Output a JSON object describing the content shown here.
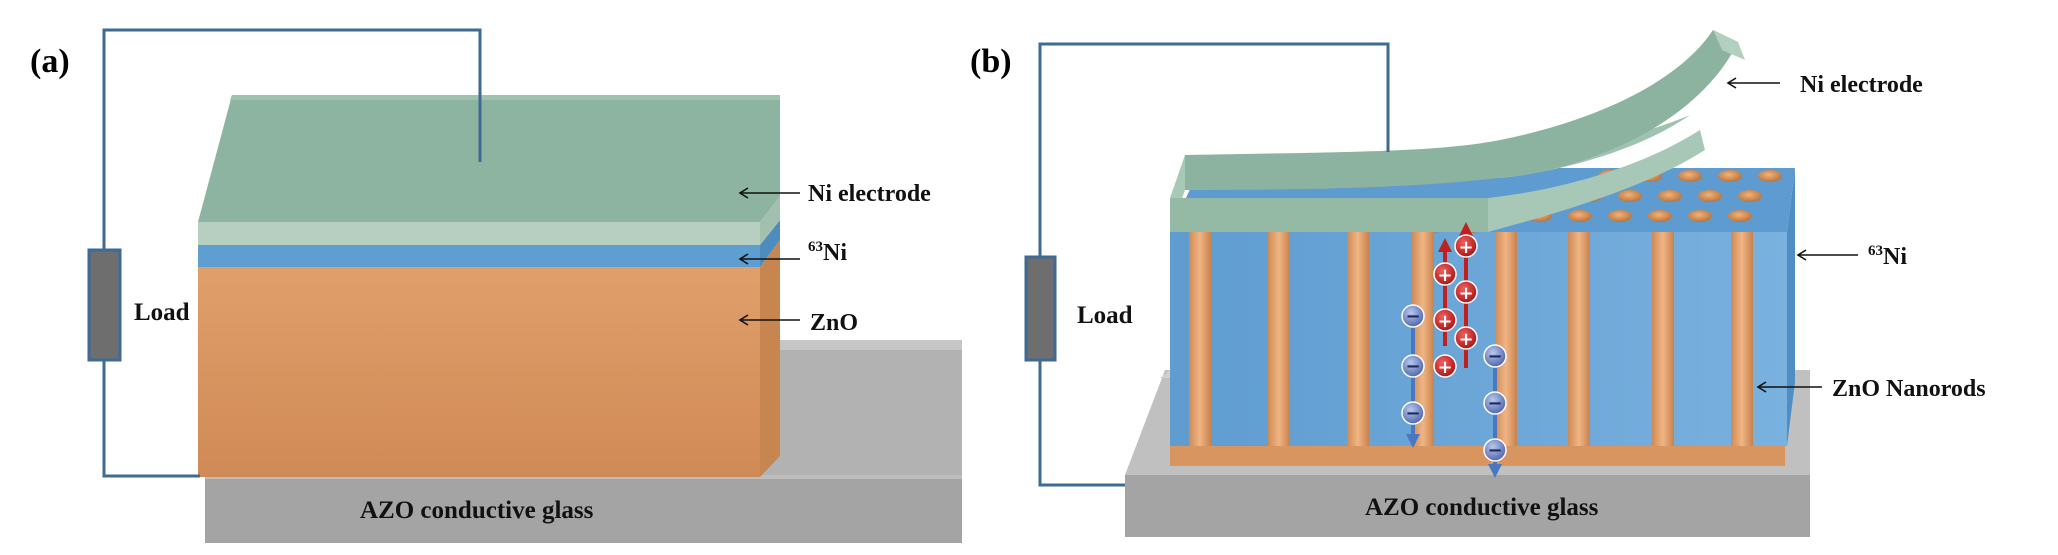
{
  "panels": {
    "a": {
      "tag": "(a)",
      "load": "Load",
      "ni_electrode": "Ni electrode",
      "ni63_sup": "63",
      "ni63_base": "Ni",
      "zno": "ZnO",
      "substrate": "AZO conductive glass"
    },
    "b": {
      "tag": "(b)",
      "load": "Load",
      "ni_electrode": "Ni electrode",
      "ni63_sup": "63",
      "ni63_base": "Ni",
      "zno": "ZnO Nanorods",
      "substrate": "AZO conductive glass"
    }
  },
  "carriers": {
    "hole": "+",
    "electron": "−"
  },
  "colors": {
    "electrode": "#8fb4a0",
    "electrode_light": "#b6cfc1",
    "ni63_layer": "#5f9ed0",
    "zno": "#d89764",
    "glass": "#a6a6a6",
    "glass_top": "#c2c2c2",
    "wire": "#3e6a93",
    "load_box": "#6e6e6e",
    "nanorod_matrix": "#6ea8d8",
    "hole": "#c02020",
    "electron": "#4a6fb0"
  }
}
